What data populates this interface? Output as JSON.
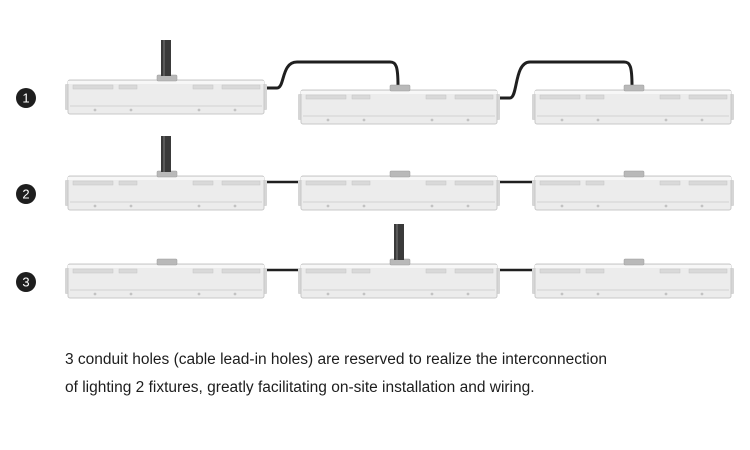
{
  "rows": [
    {
      "badge": "1",
      "feed_fixture": 0,
      "connection": "looped-cable"
    },
    {
      "badge": "2",
      "feed_fixture": 0,
      "connection": "straight-cable"
    },
    {
      "badge": "3",
      "feed_fixture": 1,
      "connection": "straight-cable"
    }
  ],
  "fixtures_per_row": 3,
  "caption": {
    "line1": "3 conduit holes (cable lead-in holes) are reserved to realize the interconnection",
    "line2": "of lighting 2 fixtures, greatly facilitating on-site installation and wiring."
  },
  "colors": {
    "badge": "#1e1e1e",
    "fixture_body": "#ececec",
    "fixture_edge": "#c8c8c8",
    "cable": "#1f1f1f",
    "feed_conduit": "#3a3a3a",
    "text": "#1d1d1d"
  },
  "icons": [
    "number-badge",
    "linear-high-bay-fixture",
    "conduit-cable"
  ]
}
